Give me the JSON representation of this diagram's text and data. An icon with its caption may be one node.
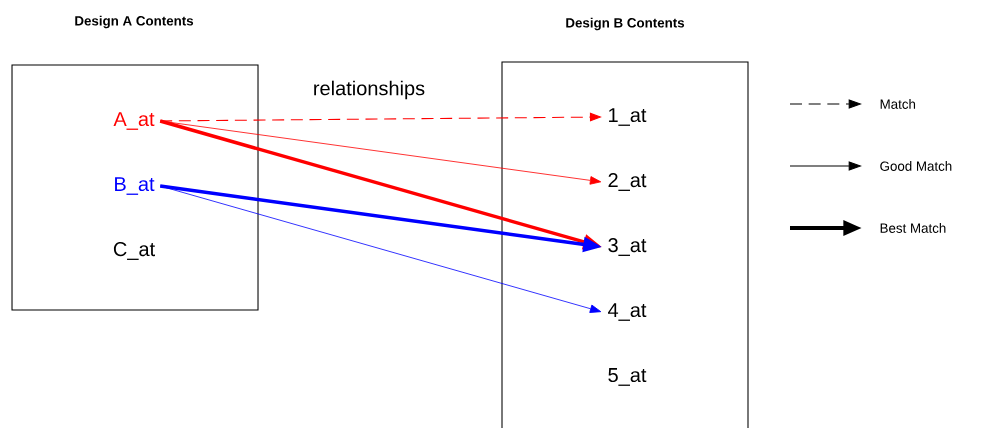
{
  "diagram": {
    "nodes": [
      {
        "text": [
          "Design A Contents"
        ]
      },
      {
        "text": [
          "A_at"
        ],
        "in": 0
      },
      {
        "text": [
          "B_at"
        ],
        "in": 0
      },
      {
        "text": [
          "C_at"
        ],
        "in": 0
      },
      {
        "text": [
          "Design B Contents"
        ]
      },
      {
        "text": [
          "1_at"
        ],
        "in": 4
      },
      {
        "text": [
          "2_at"
        ],
        "in": 4
      },
      {
        "text": [
          "3_at"
        ],
        "in": 4
      },
      {
        "text": [
          "4_at"
        ],
        "in": 4
      },
      {
        "text": [
          "5_at"
        ],
        "in": 4
      }
    ],
    "edges": [
      {
        "from": 1,
        "to": 5,
        "arrow": "to",
        "style": "dashed",
        "color": "#ff0000"
      },
      {
        "from": 1,
        "to": 6,
        "arrow": "to",
        "color": "#ff0000"
      },
      {
        "from": 1,
        "to": 7,
        "arrow": "to",
        "style": "thick",
        "color": "#ff0000"
      },
      {
        "from": 2,
        "to": 7,
        "arrow": "to",
        "style": "thick",
        "color": "#0000ff"
      },
      {
        "from": 2,
        "to": 8,
        "arrow": "to",
        "color": "#0000ff"
      }
    ],
    "labels": [
      "relationships"
    ],
    "legend": [
      {
        "text": "Match"
      },
      {
        "text": "Good Match"
      },
      {
        "text": "Best Match"
      }
    ]
  }
}
